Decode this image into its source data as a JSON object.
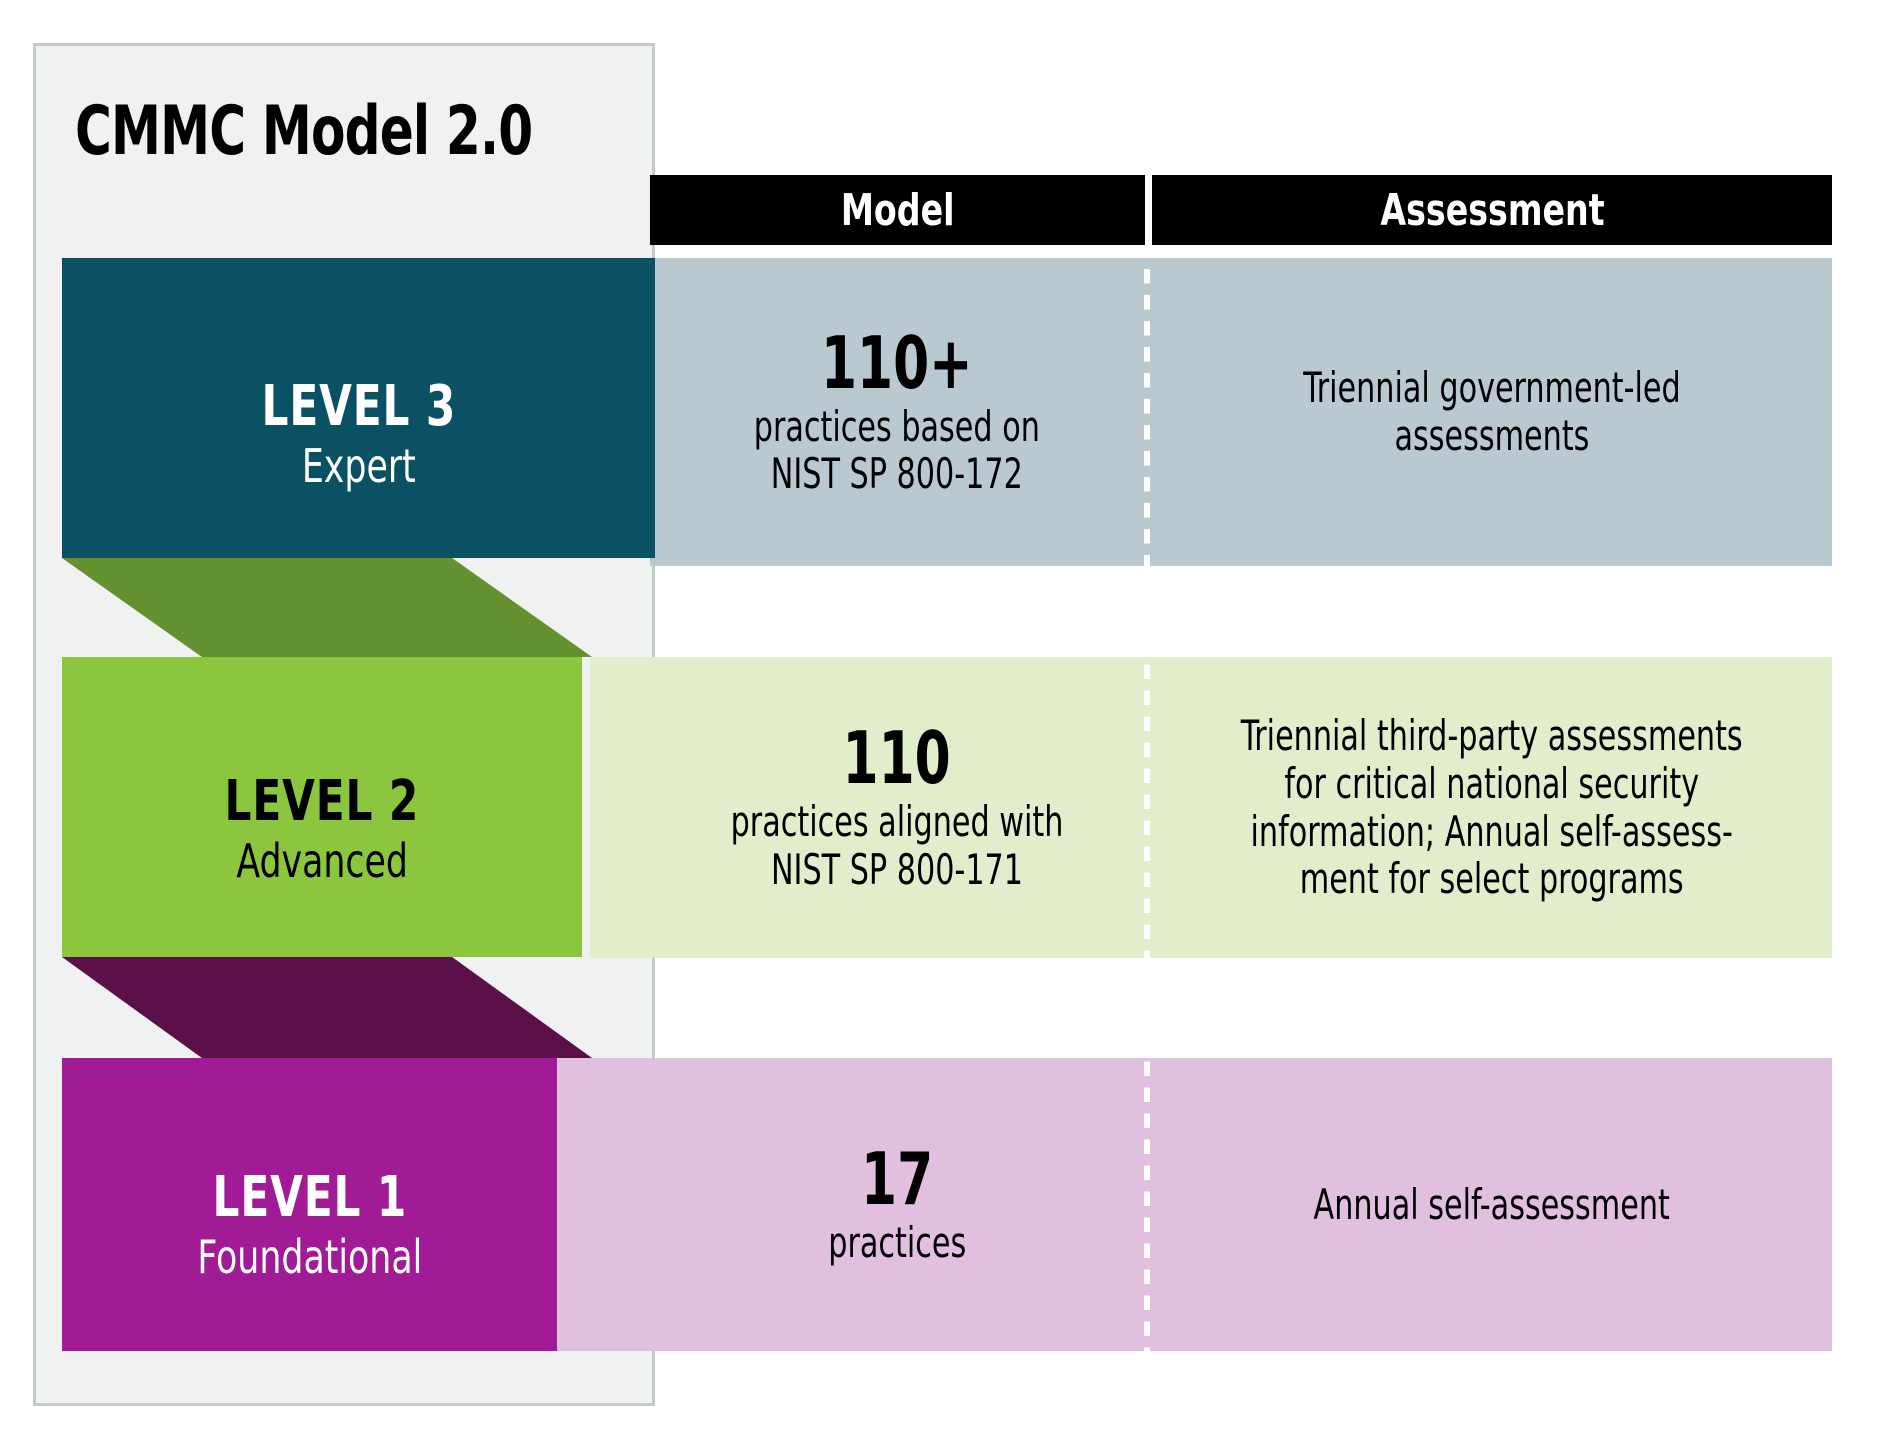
{
  "panel": {
    "title": "CMMC Model 2.0"
  },
  "table": {
    "headers": {
      "model": "Model",
      "assessment": "Assessment"
    }
  },
  "levels": [
    {
      "id": "level-3",
      "name": "LEVEL 3",
      "tier": "Expert",
      "bar_color": "#0b5164",
      "row_color": "#bac9d0",
      "model_count": "110+",
      "model_detail": "practices based on\nNIST SP 800-172",
      "assessment": "Triennial government-led\nassessments"
    },
    {
      "id": "level-2",
      "name": "LEVEL 2",
      "tier": "Advanced",
      "bar_color": "#8cc63e",
      "row_color": "#e2eecb",
      "connector_color": "#639130",
      "model_count": "110",
      "model_detail": "practices aligned with\nNIST SP 800-171",
      "assessment": "Triennial third-party assessments\nfor critical national security\ninformation; Annual self-assess-\nment for select programs"
    },
    {
      "id": "level-1",
      "name": "LEVEL 1",
      "tier": "Foundational",
      "bar_color": "#a01b95",
      "row_color": "#e0bfdf",
      "connector_color": "#5c1049",
      "model_count": "17",
      "model_detail": "practices",
      "assessment": "Annual self-assessment"
    }
  ]
}
